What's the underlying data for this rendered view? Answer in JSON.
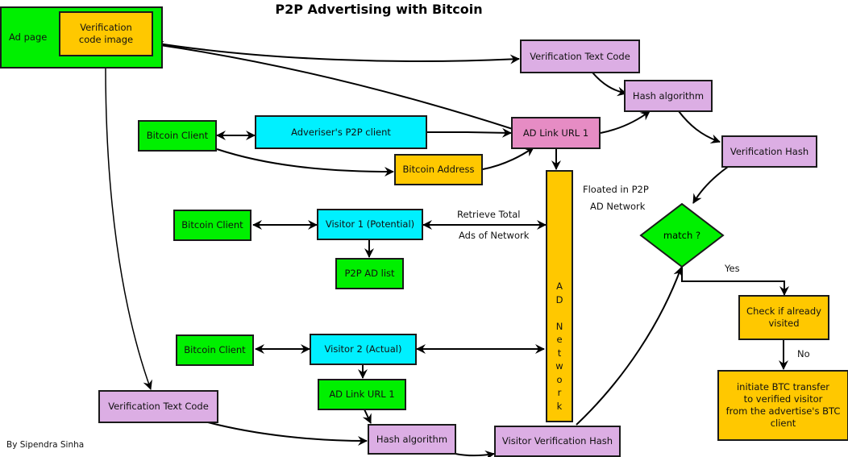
{
  "title": "P2P Advertising with Bitcoin",
  "author": "By Sipendra Sinha",
  "colors": {
    "green": "#00f000",
    "orange": "#ffc800",
    "lilac": "#dcaee4",
    "cyan": "#00f0ff",
    "pink": "#e68cc4"
  },
  "nodes": {
    "ad_page": "Ad page",
    "verification_code_image": "Verification\ncode image",
    "verification_text_code_top": "Verification Text Code",
    "hash_algorithm_top": "Hash algorithm",
    "verification_hash": "Verification Hash",
    "bitcoin_client_advertiser": "Bitcoin Client",
    "advertiser_p2p_client": "Adveriser's P2P client",
    "ad_link_url_top": "AD Link URL 1",
    "bitcoin_address": "Bitcoin Address",
    "bitcoin_client_visitor1": "Bitcoin Client",
    "visitor1": "Visitor 1 (Potential)",
    "p2p_ad_list": "P2P AD list",
    "ad_network": [
      "A",
      "D",
      "",
      "N",
      "e",
      "t",
      "w",
      "o",
      "r",
      "k"
    ],
    "match": "match ?",
    "check_visited": "Check if already\nvisited",
    "initiate_transfer": "initiate BTC transfer\n to verified visitor\nfrom the advertise's BTC\nclient",
    "bitcoin_client_visitor2": "Bitcoin Client",
    "visitor2": "Visitor 2 (Actual)",
    "ad_link_url_bottom": "AD Link URL 1",
    "verification_text_code_bottom": "Verification Text Code",
    "hash_algorithm_bottom": "Hash algorithm",
    "visitor_verification_hash": "Visitor Verification Hash"
  },
  "annotations": {
    "floated_line1": "Floated in P2P",
    "floated_line2": "AD Network",
    "retrieve_line1": "Retrieve Total",
    "retrieve_line2": "Ads of Network",
    "yes": "Yes",
    "no": "No"
  }
}
